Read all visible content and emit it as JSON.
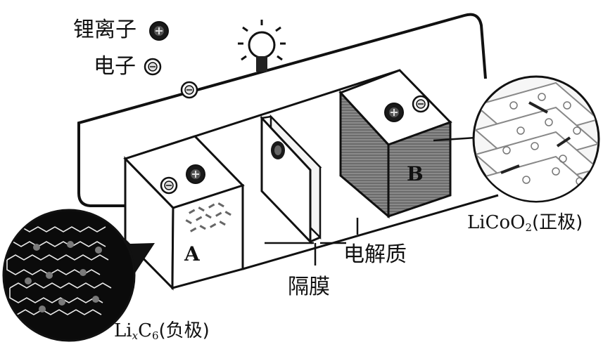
{
  "legend": {
    "lithium_ion": "锂离子",
    "electron": "电子"
  },
  "labels": {
    "box_a": "A",
    "box_b": "B",
    "separator": "隔膜",
    "electrolyte": "电解质"
  },
  "negative_electrode": {
    "formula_li": "Li",
    "formula_x": "x",
    "formula_c": "C",
    "formula_6": "6",
    "role": "(负极)"
  },
  "positive_electrode": {
    "formula_lico": "LiCoO",
    "formula_2": "2",
    "role": "(正极)"
  }
}
